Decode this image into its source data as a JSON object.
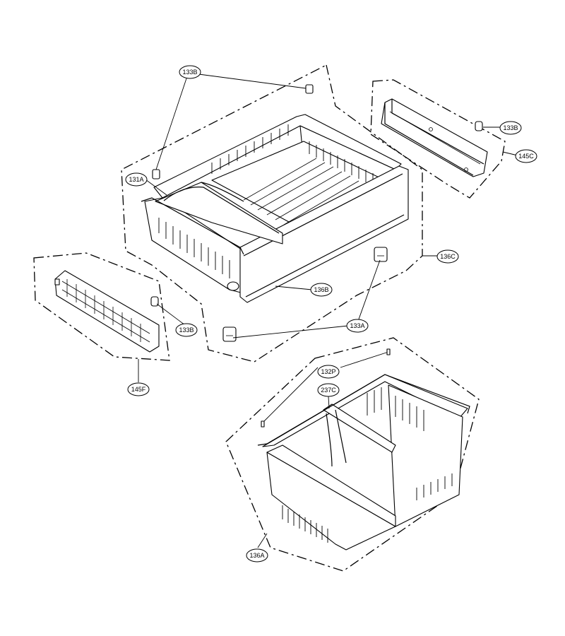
{
  "callouts": [
    {
      "id": "c133b_top",
      "label": "133B"
    },
    {
      "id": "c131a",
      "label": "131A"
    },
    {
      "id": "c133b_right",
      "label": "133B"
    },
    {
      "id": "c145c",
      "label": "145C"
    },
    {
      "id": "c136c",
      "label": "136C"
    },
    {
      "id": "c136b",
      "label": "136B"
    },
    {
      "id": "c133a",
      "label": "133A"
    },
    {
      "id": "c133b_left",
      "label": "133B"
    },
    {
      "id": "c145f",
      "label": "145F"
    },
    {
      "id": "c132p",
      "label": "132P"
    },
    {
      "id": "c237c",
      "label": "237C"
    },
    {
      "id": "c136a",
      "label": "136A"
    }
  ]
}
